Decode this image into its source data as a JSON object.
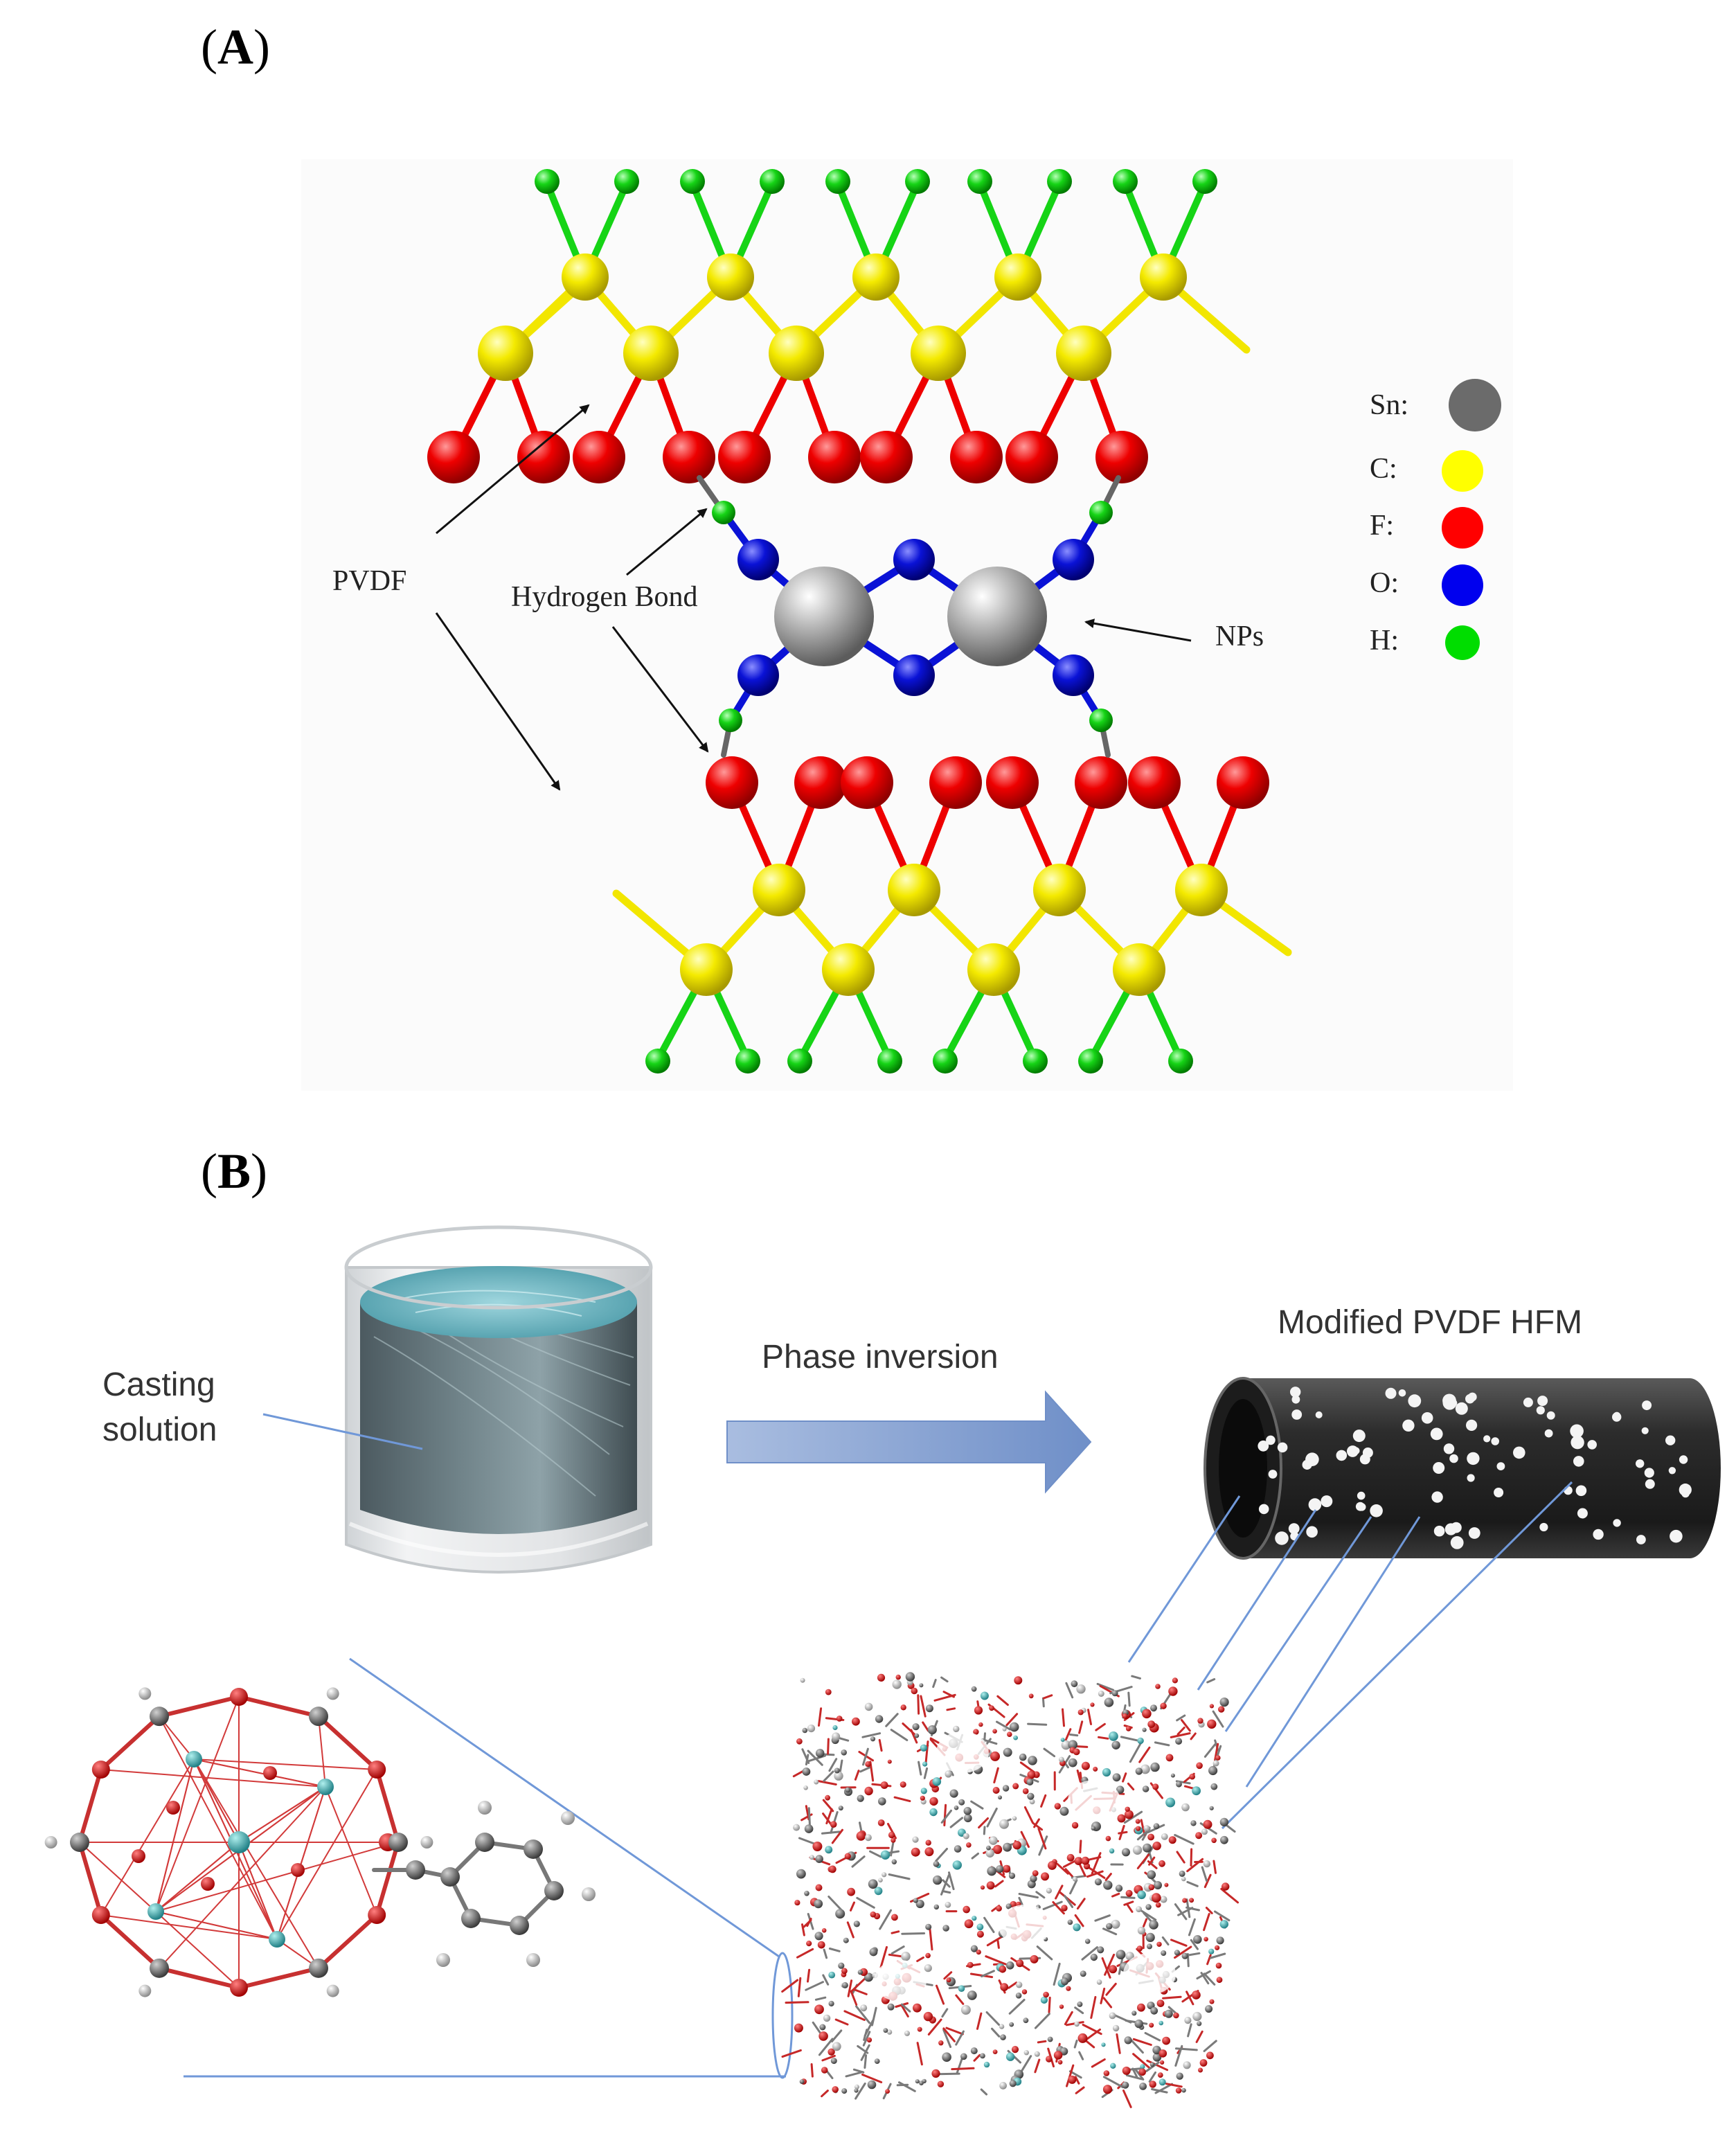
{
  "panel_a": {
    "label_open": "(",
    "label_letter": "A",
    "label_close": ")",
    "pvdf_label": "PVDF",
    "hbond_label": "Hydrogen Bond",
    "nps_label": "NPs",
    "legend": [
      {
        "element": "Sn:",
        "color": "#6b6b6b"
      },
      {
        "element": "C:",
        "color": "#ffff00"
      },
      {
        "element": "F:",
        "color": "#ff0000"
      },
      {
        "element": "O:",
        "color": "#0000ee"
      },
      {
        "element": "H:",
        "color": "#00dd00"
      }
    ]
  },
  "panel_b": {
    "label_open": "(",
    "label_letter": "B",
    "label_close": ")",
    "casting_line1": "Casting",
    "casting_line2": "solution",
    "phase_inversion": "Phase inversion",
    "membrane_title": "Modified PVDF HFM"
  },
  "colors": {
    "carbon": "#f2e600",
    "fluorine": "#ee0000",
    "oxygen": "#0a12d6",
    "hydrogen": "#16d416",
    "tin": "#9a9a9a",
    "arrow_blue": "#8eaadb",
    "line_blue": "#7098d8"
  }
}
